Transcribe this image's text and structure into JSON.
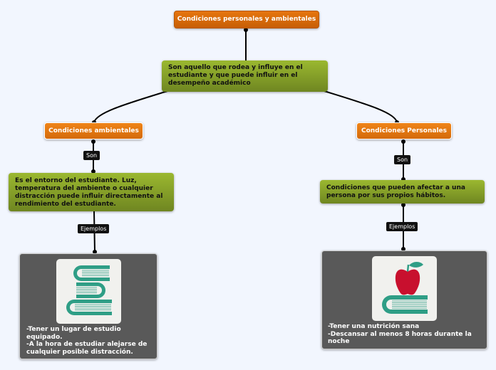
{
  "root": {
    "label": "Condiciones personales y ambientales"
  },
  "definition": {
    "text": "Son aquello que rodea y influye en el estudiante y que puede influir en el desempeño académico"
  },
  "branches": [
    {
      "title": "Condiciones ambientales",
      "relation_label": "Son",
      "description": "Es el entorno del estudiante. Luz, temperatura del ambiente o cualquier distracción puede influir directamente al rendimiento del estudiante.",
      "examples_label": "Ejemplos",
      "example_icon": "stacked-books-icon",
      "examples": [
        "-Tener un lugar de estudio equipado.",
        "-A la hora de estudiar alejarse de cualquier posible distracción."
      ]
    },
    {
      "title": "Condiciones Personales",
      "relation_label": "Son",
      "description": "Condiciones que pueden afectar a una persona por sus propios hábitos.",
      "examples_label": "Ejemplos",
      "example_icon": "apple-on-book-icon",
      "examples": [
        "-Tener una nutrición sana",
        "-Descansar al menos 8 horas durante la noche"
      ]
    }
  ],
  "colors": {
    "background": "#f2f6fe",
    "topic_orange": "#ef8418",
    "note_green": "#8aa52a",
    "example_dark": "#595959",
    "icon_teal": "#2f9e86",
    "apple_red": "#c8102e"
  }
}
